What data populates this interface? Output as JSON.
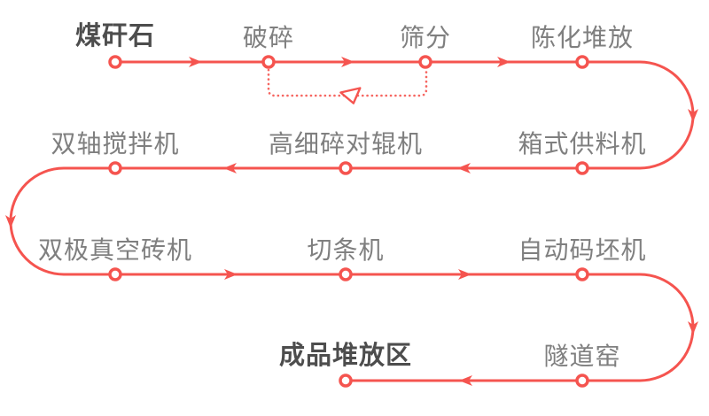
{
  "diagram": {
    "type": "process-flow",
    "accent_color": "#f5544f",
    "text_color": "#7f7f7f",
    "emphasis_text_color": "#4d4d4d",
    "nodes": [
      {
        "label": "煤矸石",
        "emphasis": true
      },
      {
        "label": "破碎",
        "emphasis": false
      },
      {
        "label": "筛分",
        "emphasis": false
      },
      {
        "label": "陈化堆放",
        "emphasis": false
      },
      {
        "label": "箱式供料机",
        "emphasis": false
      },
      {
        "label": "高细碎对辊机",
        "emphasis": false
      },
      {
        "label": "双轴搅拌机",
        "emphasis": false
      },
      {
        "label": "双极真空砖机",
        "emphasis": false
      },
      {
        "label": "切条机",
        "emphasis": false
      },
      {
        "label": "自动码坯机",
        "emphasis": false
      },
      {
        "label": "隧道窑",
        "emphasis": false
      },
      {
        "label": "成品堆放区",
        "emphasis": true
      }
    ],
    "flow_sequence": [
      "煤矸石",
      "破碎",
      "筛分",
      "陈化堆放",
      "箱式供料机",
      "高细碎对辊机",
      "双轴搅拌机",
      "双极真空砖机",
      "切条机",
      "自动码坯机",
      "隧道窑",
      "成品堆放区"
    ],
    "feedback_edge": {
      "from": "筛分",
      "to": "破碎",
      "line_style": "dotted"
    }
  }
}
